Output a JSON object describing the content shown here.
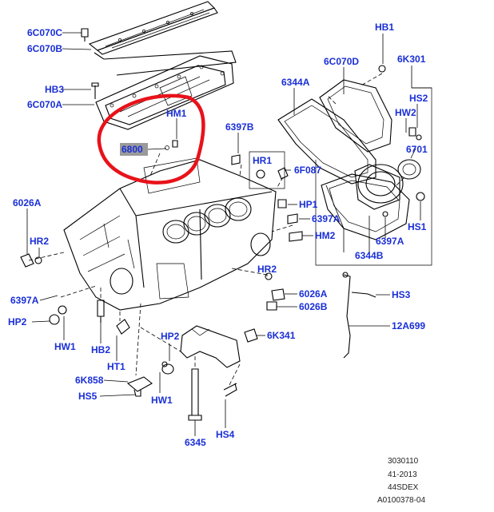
{
  "labels": [
    "6C070C",
    "6C070B",
    "HB3",
    "6C070A",
    "HM1",
    "6800",
    "6397B",
    "HR1",
    "6F087",
    "6344A",
    "6C070D",
    "HB1",
    "6K301",
    "HS2",
    "HW2",
    "6701",
    "HP1",
    "6397A",
    "HM2",
    "6026A",
    "HR2",
    "6397A",
    "HP2",
    "HW1",
    "HB2",
    "HT1",
    "6K858",
    "HS5",
    "HW1",
    "HP2",
    "6345",
    "HS4",
    "6K341",
    "HR2",
    "6026A",
    "6026B",
    "HS3",
    "12A699",
    "6344B",
    "6397A",
    "HS1"
  ],
  "caption": [
    "3030110",
    "41-2013",
    "44SDEX",
    "A0100378-04"
  ],
  "colors": {
    "label": "#1a2fd6",
    "highlight": "#e8121a",
    "label_bg": "#9a9a9a",
    "lines": "#000000"
  }
}
